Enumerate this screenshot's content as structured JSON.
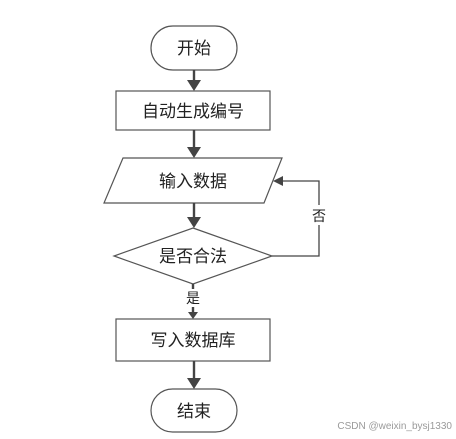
{
  "flowchart": {
    "start": "开始",
    "generate_id": "自动生成编号",
    "input_data": "输入数据",
    "decision": "是否合法",
    "yes_label": "是",
    "no_label": "否",
    "write_db": "写入数据库",
    "end": "结束"
  },
  "watermark": "CSDN @weixin_bysj1330"
}
